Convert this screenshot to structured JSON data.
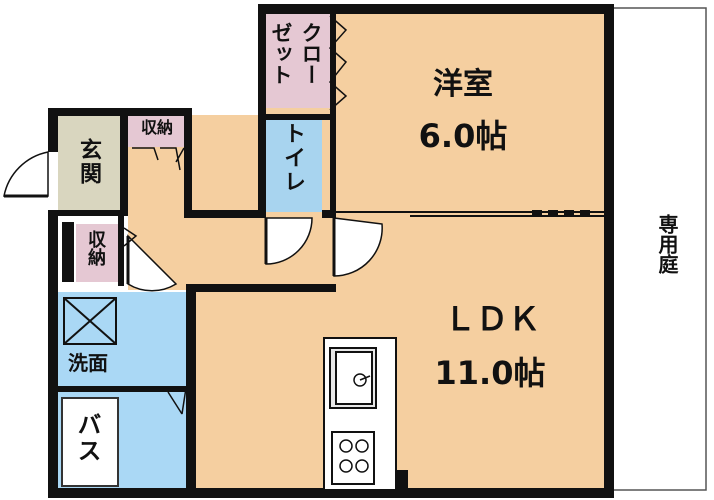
{
  "floor_plan": {
    "rooms": {
      "western_room": {
        "name": "洋室",
        "size": "6.0帖"
      },
      "ldk": {
        "name": "ＬＤＫ",
        "size": "11.0帖"
      },
      "closet": {
        "label": "クローゼット",
        "line1": "クロー",
        "line2": "ゼット"
      },
      "toilet": {
        "name": "トイレ"
      },
      "entrance": {
        "name": "玄関"
      },
      "storage_top": {
        "name": "収納"
      },
      "storage_left": {
        "name": "収納"
      },
      "washroom": {
        "name": "洗面"
      },
      "bath": {
        "name": "バス"
      },
      "garden": {
        "name": "専用庭"
      }
    },
    "colors": {
      "floor": "#f5cfa0",
      "closet": "#e5c8d3",
      "toilet": "#a8d4ef",
      "wet_area": "#aad8f5",
      "entrance": "#d9d6bf",
      "wall": "#111111",
      "kitchen": "#e8e8e8"
    }
  }
}
